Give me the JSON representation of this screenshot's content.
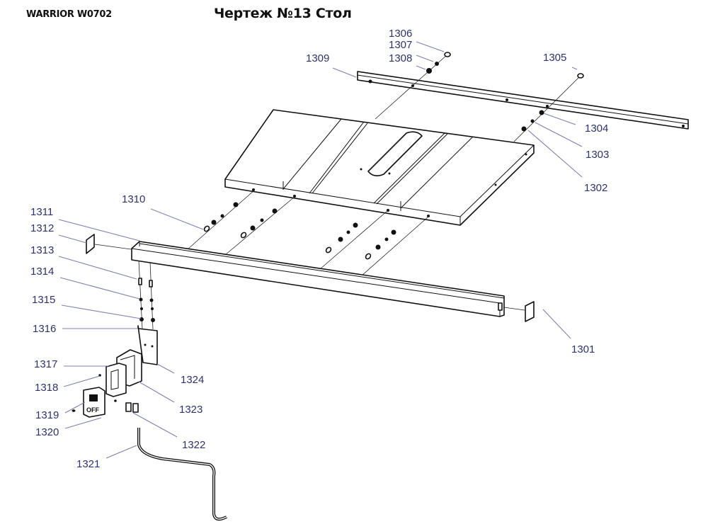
{
  "header": {
    "model": "WARRIOR W0702",
    "title": "Чертеж №13 Стол"
  },
  "colors": {
    "callout_text": "#2e3170",
    "leader_line": "#7d7fb0",
    "drawing_line": "#111111",
    "background": "#ffffff"
  },
  "callouts": [
    {
      "id": "1301",
      "label": "1301"
    },
    {
      "id": "1302",
      "label": "1302"
    },
    {
      "id": "1303",
      "label": "1303"
    },
    {
      "id": "1304",
      "label": "1304"
    },
    {
      "id": "1305",
      "label": "1305"
    },
    {
      "id": "1306",
      "label": "1306"
    },
    {
      "id": "1307",
      "label": "1307"
    },
    {
      "id": "1308",
      "label": "1308"
    },
    {
      "id": "1309",
      "label": "1309"
    },
    {
      "id": "1310",
      "label": "1310"
    },
    {
      "id": "1311",
      "label": "1311"
    },
    {
      "id": "1312",
      "label": "1312"
    },
    {
      "id": "1313",
      "label": "1313"
    },
    {
      "id": "1314",
      "label": "1314"
    },
    {
      "id": "1315",
      "label": "1315"
    },
    {
      "id": "1316",
      "label": "1316"
    },
    {
      "id": "1317",
      "label": "1317"
    },
    {
      "id": "1318",
      "label": "1318"
    },
    {
      "id": "1319",
      "label": "1319"
    },
    {
      "id": "1320",
      "label": "1320"
    },
    {
      "id": "1321",
      "label": "1321"
    },
    {
      "id": "1322",
      "label": "1322"
    },
    {
      "id": "1323",
      "label": "1323"
    },
    {
      "id": "1324",
      "label": "1324"
    }
  ],
  "switch_label": "OFF"
}
